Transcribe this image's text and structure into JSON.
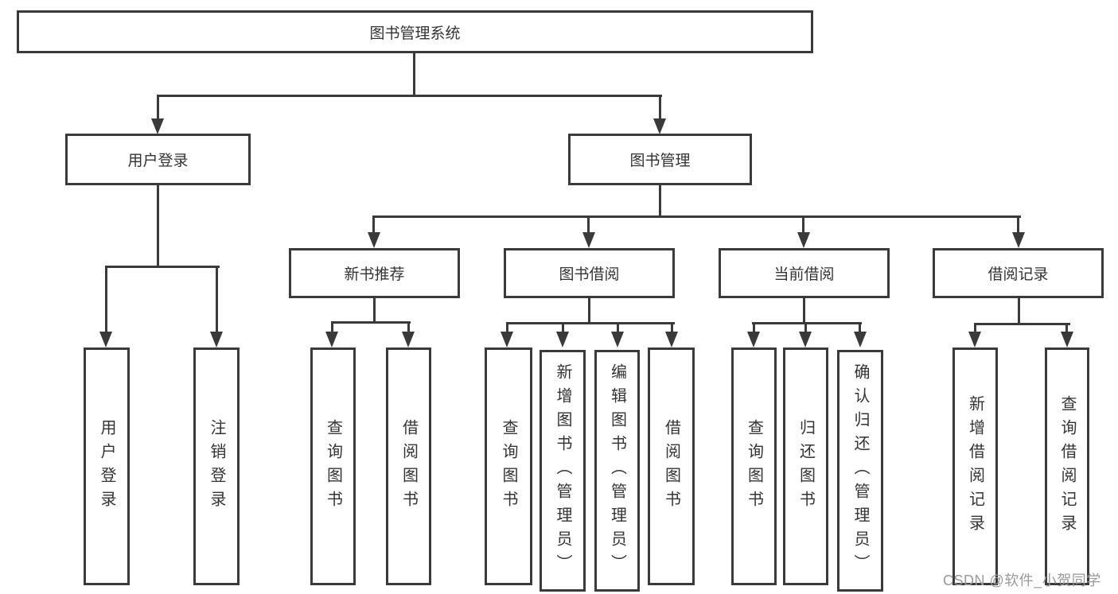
{
  "colors": {
    "line": "#3a3a3a",
    "text": "#333333",
    "watermark": "#9a9a9a",
    "background": "#ffffff"
  },
  "root": {
    "label": "图书管理系统"
  },
  "level2": {
    "user_login": {
      "label": "用户登录"
    },
    "book_mgmt": {
      "label": "图书管理"
    }
  },
  "level3": {
    "new_book_rec": {
      "label": "新书推荐"
    },
    "book_borrow": {
      "label": "图书借阅"
    },
    "current_borrow": {
      "label": "当前借阅"
    },
    "borrow_record": {
      "label": "借阅记录"
    }
  },
  "leaves": {
    "user_login_children": [
      {
        "label": "用户登录"
      },
      {
        "label": "注销登录"
      }
    ],
    "new_book_rec_children": [
      {
        "label": "查询图书"
      },
      {
        "label": "借阅图书"
      }
    ],
    "book_borrow_children": [
      {
        "label": "查询图书"
      },
      {
        "label": "新增图书（管理员）"
      },
      {
        "label": "编辑图书（管理员）"
      },
      {
        "label": "借阅图书"
      }
    ],
    "current_borrow_children": [
      {
        "label": "查询图书"
      },
      {
        "label": "归还图书"
      },
      {
        "label": "确认归还（管理员）"
      }
    ],
    "borrow_record_children": [
      {
        "label": "新增借阅记录"
      },
      {
        "label": "查询借阅记录"
      }
    ]
  },
  "watermark": {
    "text": "CSDN @软件_小贺同学"
  }
}
